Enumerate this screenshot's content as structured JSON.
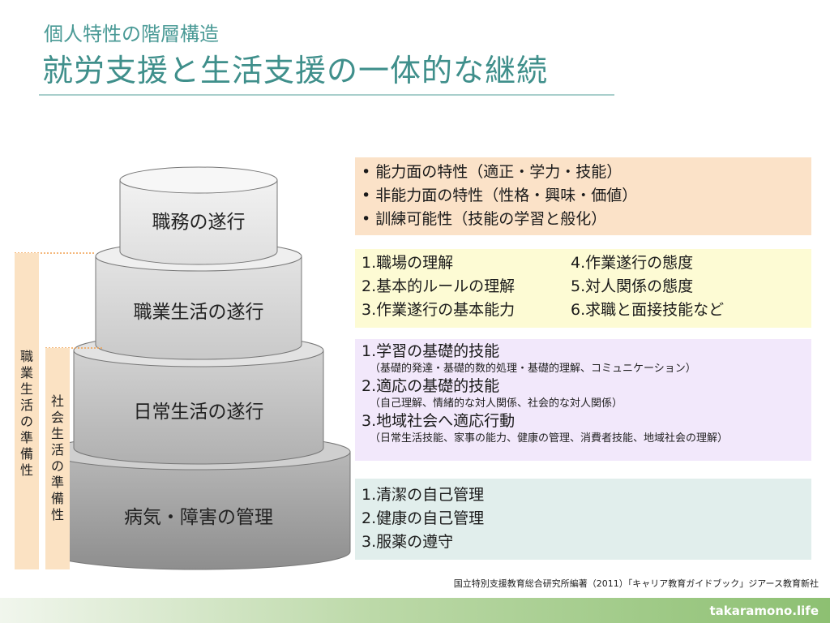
{
  "header": {
    "subtitle": "個人特性の階層構造",
    "title": "就労支援と生活支援の一体的な継続"
  },
  "pyramid": {
    "tier1": "職務の遂行",
    "tier2": "職業生活の遂行",
    "tier3": "日常生活の遂行",
    "tier4": "病気・障害の管理"
  },
  "side_labels": {
    "outer": [
      "職",
      "業",
      "生",
      "活",
      "の",
      "準",
      "備",
      "性"
    ],
    "inner": [
      "社",
      "会",
      "生",
      "活",
      "の",
      "準",
      "備",
      "性"
    ]
  },
  "panels": {
    "p1": {
      "items": [
        "• 能力面の特性（適正・学力・技能）",
        "• 非能力面の特性（性格・興味・価値）",
        "• 訓練可能性（技能の学習と般化）"
      ]
    },
    "p2": {
      "col1": [
        "1.職場の理解",
        "2.基本的ルールの理解",
        "3.作業遂行の基本能力"
      ],
      "col2": [
        "4.作業遂行の態度",
        "5.対人関係の態度",
        "6.求職と面接技能など"
      ]
    },
    "p3": {
      "item1": "1.学習の基礎的技能",
      "item1_note": "（基礎的発達・基礎的数的処理・基礎的理解、コミュニケーション）",
      "item2": "2.適応の基礎的技能",
      "item2_note": "（自己理解、情緒的な対人関係、社会的な対人関係）",
      "item3": "3.地域社会へ適応行動",
      "item3_note": "（日常生活技能、家事の能力、健康の管理、消費者技能、地域社会の理解）"
    },
    "p4": {
      "items": [
        "1.清潔の自己管理",
        "2.健康の自己管理",
        "3.服薬の遵守"
      ]
    }
  },
  "citation": "国立特別支援教育総合研究所編著（2011）「キャリア教育ガイドブック」ジアース教育新社",
  "footer": {
    "site": "takaramono.life"
  },
  "colors": {
    "teal_title": "#3f8f8b",
    "panel1": "#fbe2c8",
    "panel2": "#fdfbd4",
    "panel3": "#f2e8fb",
    "panel4": "#e1eeec",
    "side_bar": "#fbe2c3"
  }
}
